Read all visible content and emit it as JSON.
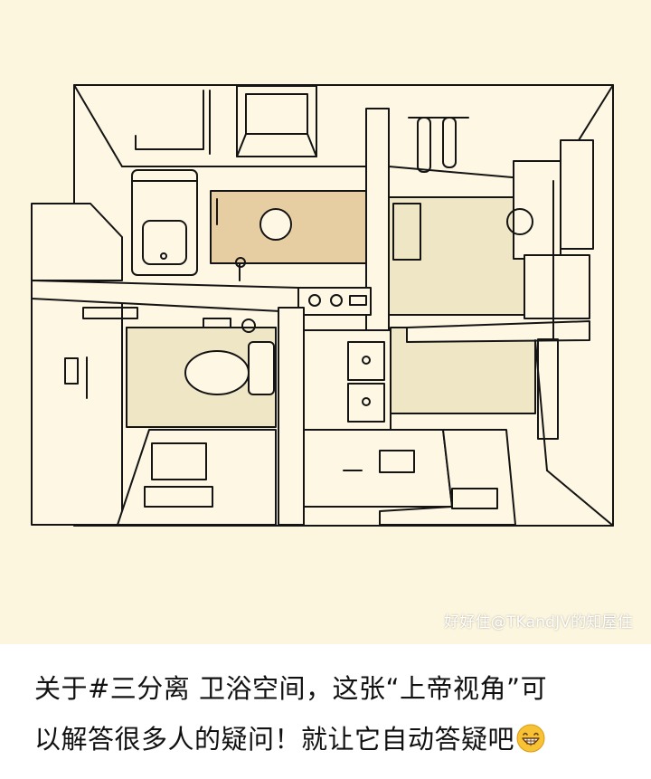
{
  "illustration": {
    "watermark": "好好住@TKandJV的知屋住",
    "colors": {
      "background": "#fdf6df",
      "floor_tan": "#e6cda2",
      "floor_light": "#efe6c6",
      "line": "#141414",
      "wall_fill": "#fdf7e3"
    }
  },
  "caption": {
    "line1": "关于#三分离 卫浴空间，这张“上帝视角”可",
    "line2": "以解答很多人的疑问！就让它自动答疑吧",
    "emoji": "grinning-face-icon"
  }
}
